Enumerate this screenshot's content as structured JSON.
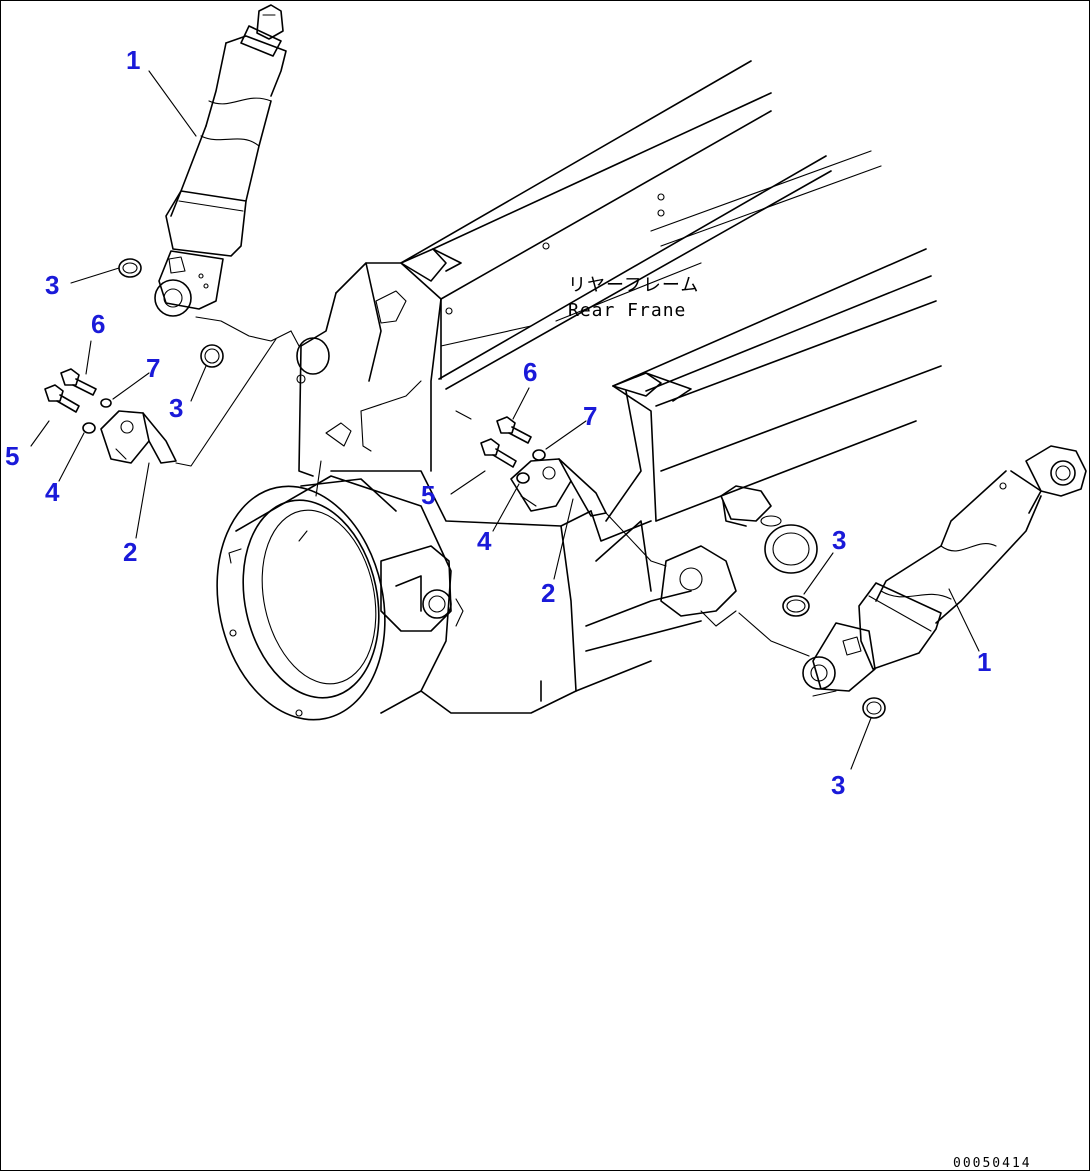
{
  "frame_label": {
    "japanese": "リヤーフレーム",
    "english": "Rear Frane"
  },
  "drawing_number": "00050414",
  "callouts": [
    "1",
    "1",
    "2",
    "2",
    "3",
    "3",
    "3",
    "3",
    "4",
    "4",
    "5",
    "5",
    "6",
    "6",
    "7",
    "7"
  ],
  "colors": {
    "callout": "#1a1ad9",
    "line": "#000000"
  }
}
